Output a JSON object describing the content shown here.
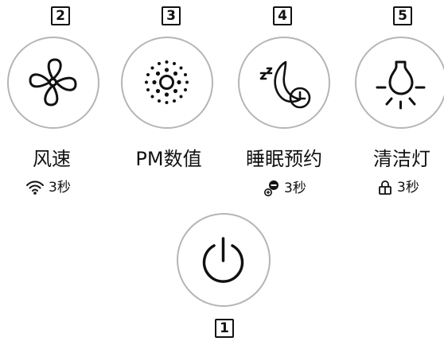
{
  "buttons": [
    {
      "number": "2",
      "label": "风速",
      "hint_icon": "wifi-icon",
      "hint_text": "3秒"
    },
    {
      "number": "3",
      "label": "PM数值"
    },
    {
      "number": "4",
      "label": "睡眠预约",
      "hint_icon": "minus-plus-icon",
      "hint_text": "3秒"
    },
    {
      "number": "5",
      "label": "清洁灯",
      "hint_icon": "lock-icon",
      "hint_text": "3秒"
    },
    {
      "number": "1"
    }
  ],
  "colors": {
    "ring": "#b5b5b5",
    "stroke": "#111111"
  }
}
